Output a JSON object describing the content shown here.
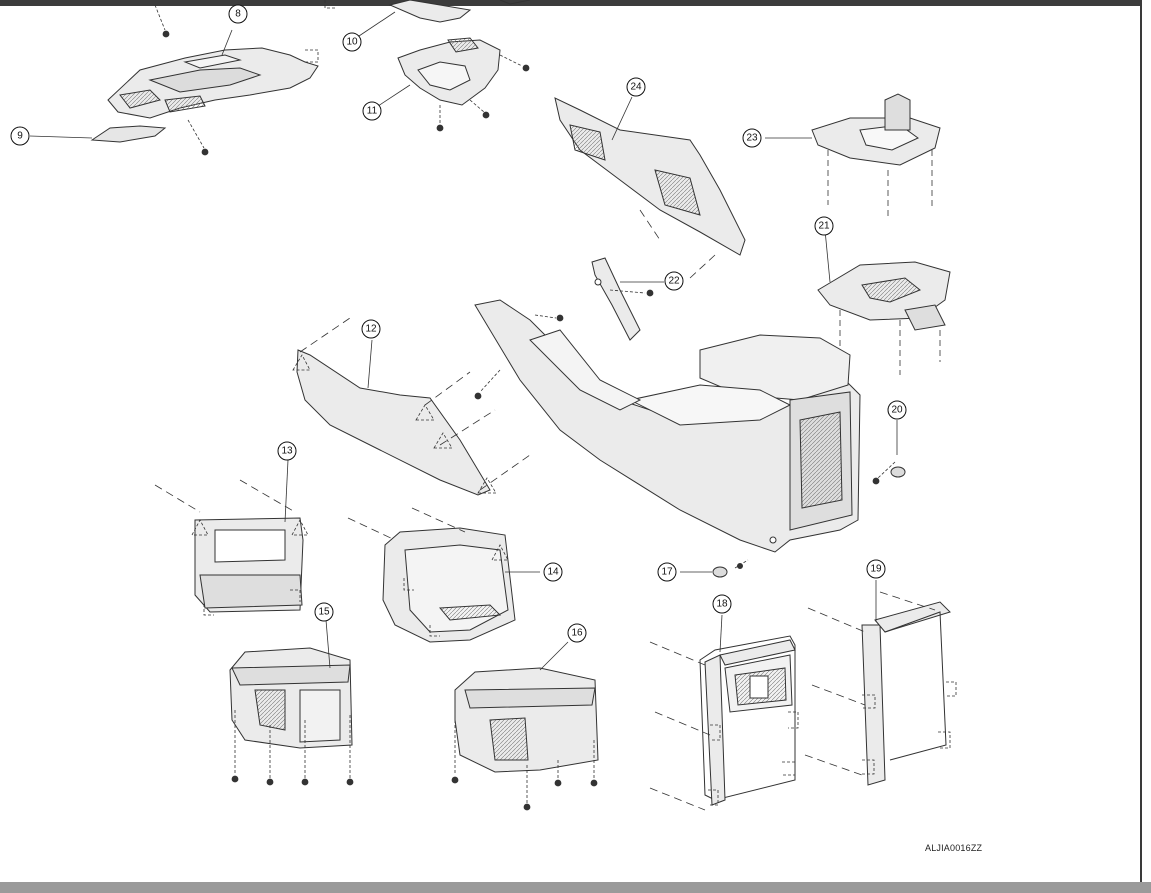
{
  "diagram": {
    "figure_code": "ALJIA0016ZZ",
    "callouts": [
      "8",
      "9",
      "10",
      "11",
      "12",
      "13",
      "14",
      "15",
      "16",
      "17",
      "18",
      "19",
      "20",
      "21",
      "22",
      "23",
      "24"
    ]
  },
  "colors": {
    "line": "#333333",
    "frame": "#3a3a3a",
    "part_fill": "#ebebeb"
  }
}
